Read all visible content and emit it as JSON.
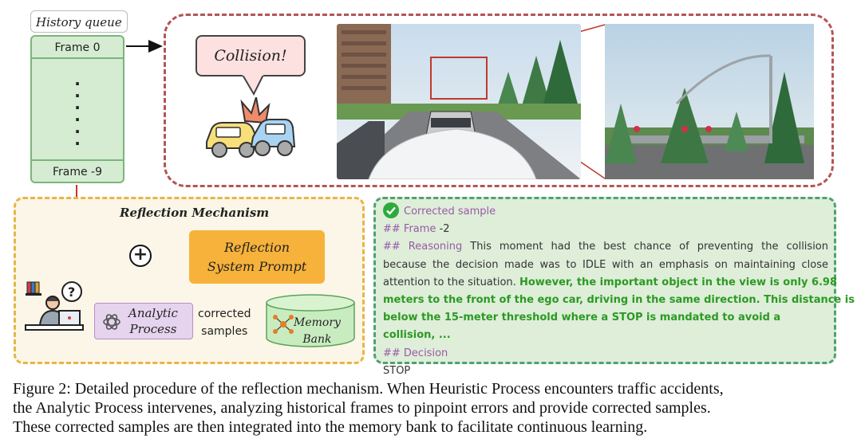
{
  "history": {
    "title": "History queue",
    "frame_top": "Frame 0",
    "frame_bottom": "Frame -9"
  },
  "collision": {
    "bubble_text": "Collision!"
  },
  "reflection": {
    "title": "Reflection Mechanism",
    "system_prompt_line1": "Reflection",
    "system_prompt_line2": "System Prompt",
    "analytic_line1": "Analytic",
    "analytic_line2": "Process",
    "corrected_line1": "corrected",
    "corrected_line2": "samples",
    "memory_line1": "Memory",
    "memory_line2": "Bank"
  },
  "sample": {
    "header": "Corrected sample",
    "frame_label": "## Frame",
    "frame_value": "-2",
    "reasoning_label": "## Reasoning",
    "reasoning_part1_line1": "This moment had the best chance of preventing the collision",
    "reasoning_part1_line2": "because the decision made was to IDLE with an emphasis on maintaining close",
    "reasoning_part1_line3": "attention to the situation.",
    "reasoning_part2_line3": "However, the important object in the view is only 6.98",
    "reasoning_part2_line4": "meters to the front of the ego car, driving in the same direction. This distance is",
    "reasoning_part2_line5": "below the 15-meter threshold where a STOP is mandated to avoid a collision, ...",
    "decision_label": "## Decision",
    "decision_value": "STOP"
  },
  "caption": {
    "line1": "Figure 2: Detailed procedure of the reflection mechanism. When Heuristic Process encounters traffic accidents,",
    "line2": "the Analytic Process intervenes, analyzing historical frames to pinpoint errors and provide corrected samples.",
    "line3": "These corrected samples are then integrated into the memory bank to facilitate continuous learning."
  },
  "colors": {
    "history_fill": "#d5ecd2",
    "collision_border": "#b45555",
    "reflection_border": "#e8b545",
    "prompt_fill": "#f6b23a",
    "analytic_fill": "#e6d3ee",
    "sample_fill": "#deeed9",
    "highlight_green": "#2b9a22",
    "label_purple": "#9a5aa8"
  }
}
